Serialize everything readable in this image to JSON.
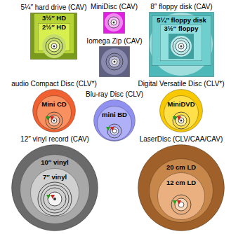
{
  "diagram": {
    "nodes": [
      {
        "text": [
          "5¼″ hard drive (CAV)"
        ]
      },
      {
        "text": [
          "3½″ HD"
        ],
        "in": 0
      },
      {
        "text": [
          "2½″ HD"
        ],
        "in": 1
      },
      {
        "text": [
          "MiniDisc (CAV)"
        ]
      },
      {
        "text": [
          "8″ floppy disk (CAV)"
        ]
      },
      {
        "text": [
          "5¼″ floppy disk"
        ],
        "in": 4
      },
      {
        "text": [
          "3½″ floppy"
        ],
        "in": 5
      },
      {
        "text": [
          "Iomega Zip (CAV)"
        ]
      },
      {
        "text": [
          "audio Compact Disc (CLV*)"
        ]
      },
      {
        "text": [
          "Mini CD"
        ],
        "in": 8
      },
      {
        "text": [
          "Blu-ray Disc (CLV)"
        ]
      },
      {
        "text": [
          "mini BD"
        ],
        "in": 10
      },
      {
        "text": [
          "Digital Versatile Disc (CLV*)"
        ]
      },
      {
        "text": [
          "MiniDVD"
        ],
        "in": 12
      },
      {
        "text": [
          "12″ vinyl record (CAV)"
        ]
      },
      {
        "text": [
          "10″ vinyl"
        ],
        "in": 14
      },
      {
        "text": [
          "7″ vinyl"
        ],
        "in": 15
      },
      {
        "text": [
          "LaserDisc (CLV/CAA/CAV)"
        ]
      },
      {
        "text": [
          "20 cm LD"
        ],
        "in": 17
      },
      {
        "text": [
          "12 cm LD"
        ],
        "in": 18
      }
    ]
  }
}
